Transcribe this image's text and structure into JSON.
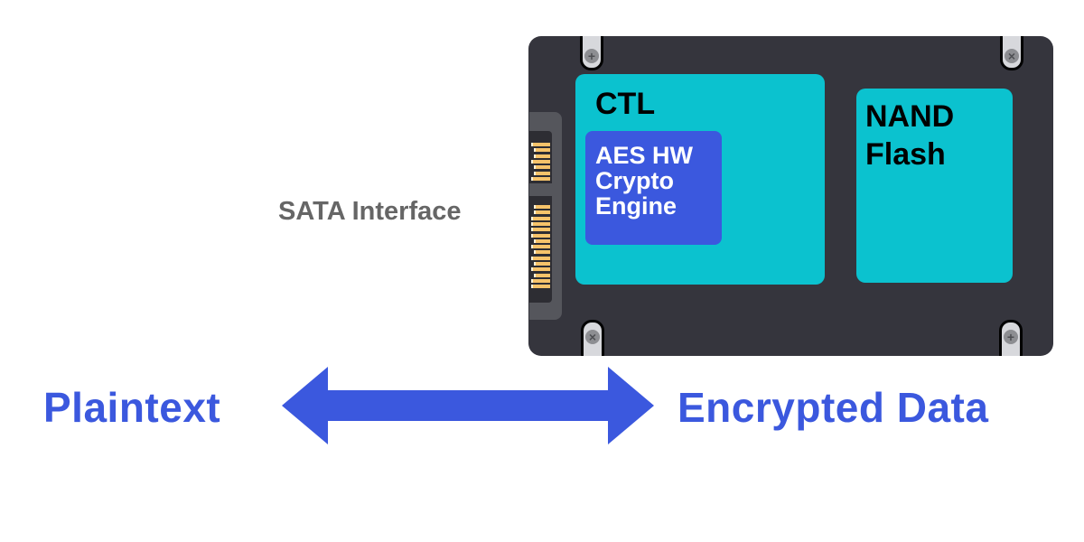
{
  "diagram": {
    "title": "SSD hardware encryption",
    "interface_label": "SATA Interface",
    "controller": {
      "label": "CTL",
      "crypto_engine": {
        "lines": [
          "AES HW",
          "Crypto",
          "Engine"
        ]
      }
    },
    "storage": {
      "lines": [
        "NAND",
        "Flash"
      ]
    },
    "flow": {
      "left_label": "Plaintext",
      "right_label": "Encrypted Data",
      "arrow": "bidirectional-arrow"
    },
    "screws": {
      "top_left": "+",
      "top_right": "×",
      "bottom_left": "×",
      "bottom_right": "+"
    },
    "colors": {
      "drive_body": "#35353d",
      "chip": "#0bc2cf",
      "crypto_engine": "#3b58de",
      "accent_text": "#3b58de",
      "interface_text": "#666666",
      "connector_pins": "#f6c36a"
    }
  }
}
